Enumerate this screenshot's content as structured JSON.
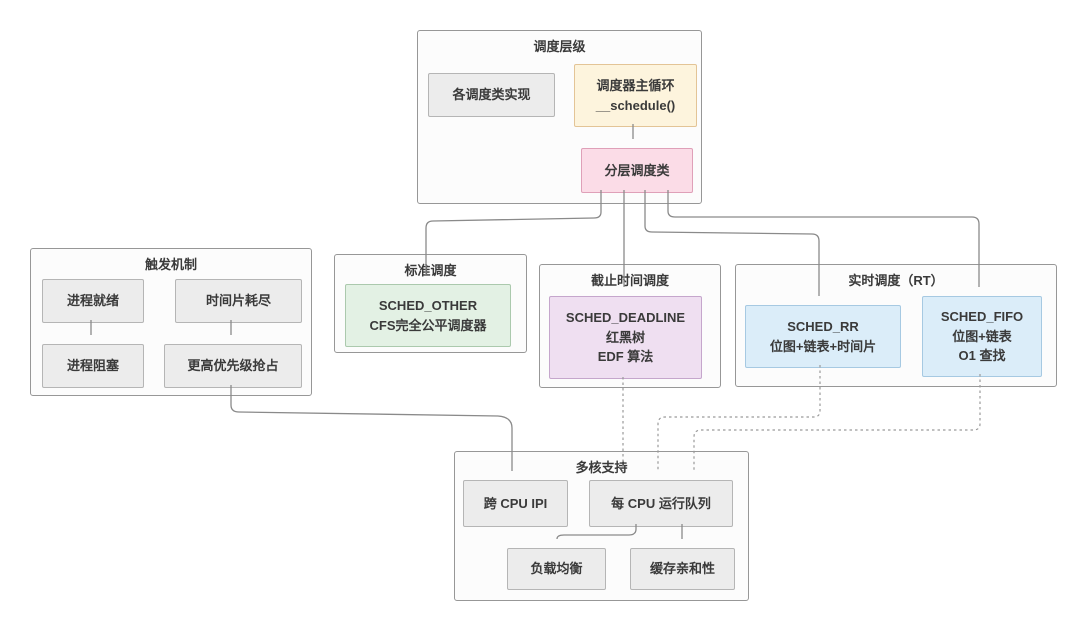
{
  "hierarchy": {
    "title": "调度层级",
    "impl": "各调度类实现",
    "main_loop": [
      "调度器主循环",
      "__schedule()"
    ],
    "layered": "分层调度类"
  },
  "triggers": {
    "title": "触发机制",
    "ready": "进程就绪",
    "timeslice": "时间片耗尽",
    "blocked": "进程阻塞",
    "preempt": "更高优先级抢占"
  },
  "standard": {
    "title": "标准调度",
    "node": [
      "SCHED_OTHER",
      "CFS完全公平调度器"
    ]
  },
  "deadline": {
    "title": "截止时间调度",
    "node": [
      "SCHED_DEADLINE",
      "红黑树",
      "EDF 算法"
    ]
  },
  "realtime": {
    "title": "实时调度（RT）",
    "rr": [
      "SCHED_RR",
      "位图+链表+时间片"
    ],
    "fifo": [
      "SCHED_FIFO",
      "位图+链表",
      "O1 查找"
    ]
  },
  "multicore": {
    "title": "多核支持",
    "ipi": "跨 CPU IPI",
    "runqueue": "每 CPU 运行队列",
    "load_balance": "负载均衡",
    "cache_affinity": "缓存亲和性"
  },
  "colors": {
    "container_bg": "#fcfcfc",
    "container_border": "#979797",
    "node_gray": "#ececec",
    "node_cream": "#fdf4dd",
    "node_pink": "#fbdce7",
    "node_green": "#e3f1e4",
    "node_purple": "#efdff1",
    "node_blue": "#dbedf9",
    "line": "#8a8a8a",
    "arrowhead": "#4a4a4a"
  }
}
